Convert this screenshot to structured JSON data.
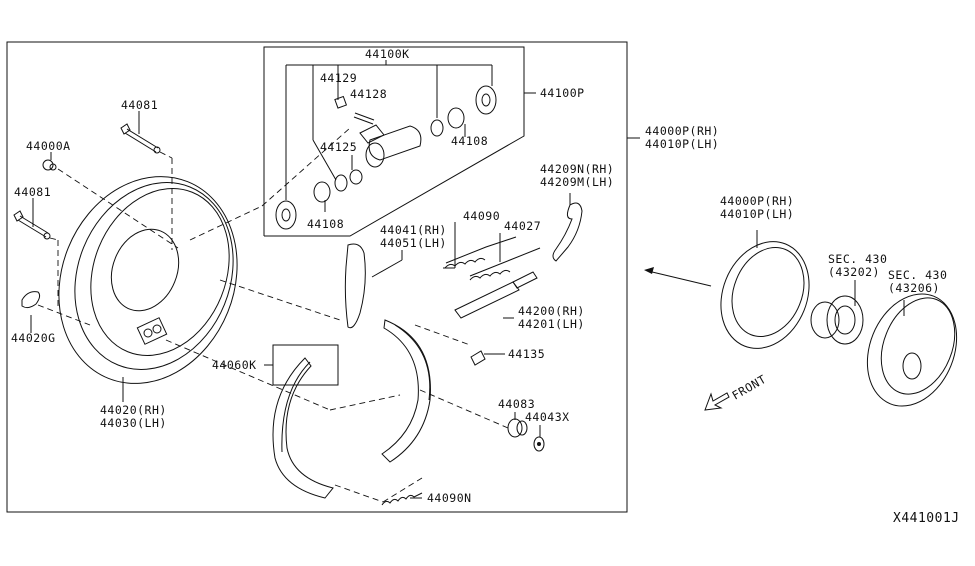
{
  "diagram_id": "X441001J",
  "colors": {
    "line": "#111111",
    "background": "#ffffff"
  },
  "labels": {
    "p44081_top": "44081",
    "p44000A": "44000A",
    "p44081_left": "44081",
    "p44020G": "44020G",
    "p44020": "44020(RH)",
    "p44030": "44030(LH)",
    "p44100K": "44100K",
    "p44129": "44129",
    "p44128": "44128",
    "p44125": "44125",
    "p44108_right": "44108",
    "p44108_left": "44108",
    "p44100P": "44100P",
    "p44000P_rh": "44000P(RH)",
    "p44010P_lh": "44010P(LH)",
    "p44209N": "44209N(RH)",
    "p44209M": "44209M(LH)",
    "p44090": "44090",
    "p44027": "44027",
    "p44041": "44041(RH)",
    "p44051": "44051(LH)",
    "p44200": "44200(RH)",
    "p44201": "44201(LH)",
    "p44135": "44135",
    "p44060K": "44060K",
    "p44083": "44083",
    "p44043X": "44043X",
    "p44090N": "44090N",
    "assy_44000P": "44000P(RH)",
    "assy_44010P": "44010P(LH)",
    "sec430_a": "SEC. 430",
    "sec430_a_ref": "(43202)",
    "sec430_b": "SEC. 430",
    "sec430_b_ref": "(43206)",
    "front": "FRONT",
    "footer_code": "X441001J"
  }
}
